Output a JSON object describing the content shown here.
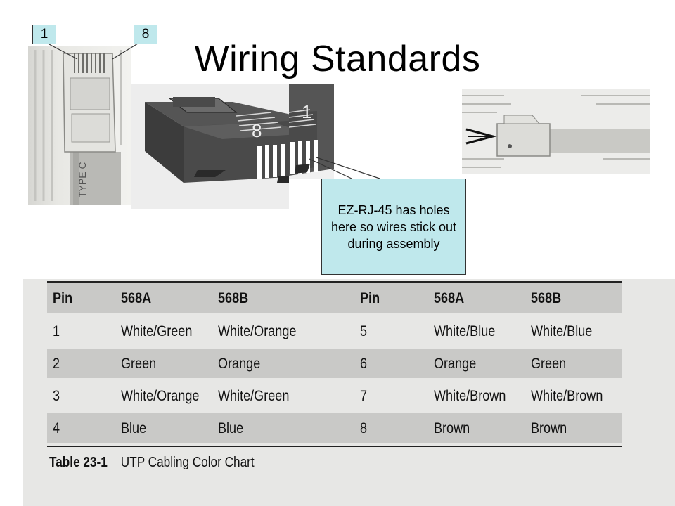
{
  "slide": {
    "title": "Wiring Standards",
    "pin_labels": [
      "1",
      "8"
    ],
    "connector_pin_numbers": [
      "8",
      "1"
    ],
    "callout": "EZ-RJ-45 has holes here so wires stick out during assembly",
    "cable_print": "TYPE C"
  },
  "table": {
    "headers": [
      "Pin",
      "568A",
      "568B",
      "Pin",
      "568A",
      "568B"
    ],
    "rows": [
      [
        "1",
        "White/Green",
        "White/Orange",
        "5",
        "White/Blue",
        "White/Blue"
      ],
      [
        "2",
        "Green",
        "Orange",
        "6",
        "Orange",
        "Green"
      ],
      [
        "3",
        "White/Orange",
        "White/Green",
        "7",
        "White/Brown",
        "White/Brown"
      ],
      [
        "4",
        "Blue",
        "Blue",
        "8",
        "Brown",
        "Brown"
      ]
    ],
    "caption_number": "Table 23-1",
    "caption_text": "UTP Cabling Color Chart"
  },
  "colors": {
    "callout_fill": "#bfe8ec",
    "table_shade": "#c9c9c7"
  }
}
